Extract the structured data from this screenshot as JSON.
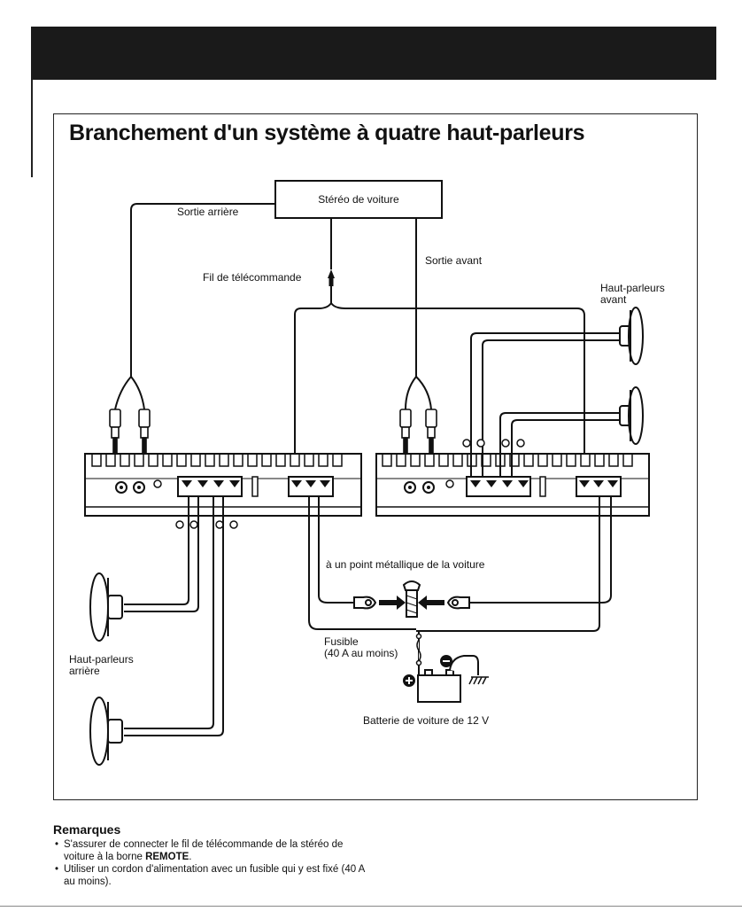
{
  "title": "Branchement d'un système à quatre haut-parleurs",
  "labels": {
    "car_stereo": "Stéréo de voiture",
    "rear_output": "Sortie arrière",
    "front_output": "Sortie avant",
    "remote_wire": "Fil de télécommande",
    "front_speakers_line1": "Haut-parleurs",
    "front_speakers_line2": "avant",
    "rear_speakers_line1": "Haut-parleurs",
    "rear_speakers_line2": "arrière",
    "metal_point": "à un point métallique de la voiture",
    "fuse_line1": "Fusible",
    "fuse_line2": "(40 A au moins)",
    "battery": "Batterie de voiture de 12 V"
  },
  "notes": {
    "heading": "Remarques",
    "item1_part1": "S'assurer de connecter le fil de télécommande de la stéréo de voiture à la borne ",
    "item1_bold": "REMOTE",
    "item1_part2": ".",
    "item2": "Utiliser un cordon d'alimentation avec un fusible qui y est fixé (40 A au moins)."
  }
}
